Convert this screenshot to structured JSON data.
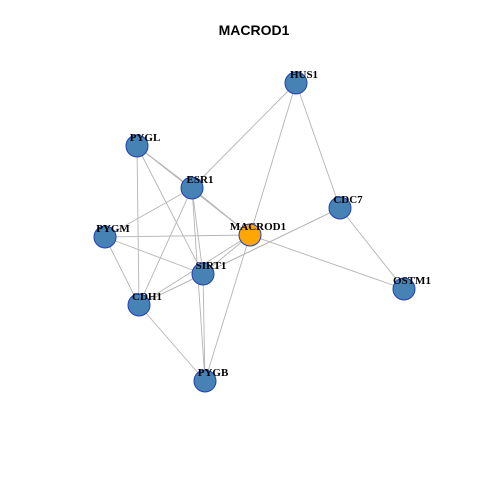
{
  "title": "MACROD1",
  "colors": {
    "node_fill": "#4682b4",
    "center_fill": "#ffa500",
    "node_border": "#1f3fb8",
    "edge": "#b4b4b4"
  },
  "graph": {
    "center": "MACROD1",
    "nodes": [
      "HUS1",
      "PYGL",
      "ESR1",
      "CDC7",
      "MACROD1",
      "PYGM",
      "SIRT1",
      "OSTM1",
      "CDH1",
      "PYGB"
    ],
    "edges": [
      [
        "HUS1",
        "ESR1"
      ],
      [
        "HUS1",
        "MACROD1"
      ],
      [
        "HUS1",
        "CDC7"
      ],
      [
        "PYGL",
        "ESR1"
      ],
      [
        "PYGL",
        "MACROD1"
      ],
      [
        "PYGL",
        "SIRT1"
      ],
      [
        "PYGL",
        "CDH1"
      ],
      [
        "ESR1",
        "MACROD1"
      ],
      [
        "ESR1",
        "PYGM"
      ],
      [
        "ESR1",
        "SIRT1"
      ],
      [
        "ESR1",
        "CDH1"
      ],
      [
        "ESR1",
        "PYGB"
      ],
      [
        "PYGM",
        "MACROD1"
      ],
      [
        "PYGM",
        "SIRT1"
      ],
      [
        "PYGM",
        "CDH1"
      ],
      [
        "MACROD1",
        "SIRT1"
      ],
      [
        "MACROD1",
        "CDH1"
      ],
      [
        "MACROD1",
        "PYGB"
      ],
      [
        "MACROD1",
        "OSTM1"
      ],
      [
        "CDC7",
        "SIRT1"
      ],
      [
        "CDC7",
        "CDH1"
      ],
      [
        "CDC7",
        "OSTM1"
      ],
      [
        "SIRT1",
        "CDH1"
      ],
      [
        "SIRT1",
        "PYGB"
      ],
      [
        "CDH1",
        "PYGB"
      ]
    ]
  }
}
